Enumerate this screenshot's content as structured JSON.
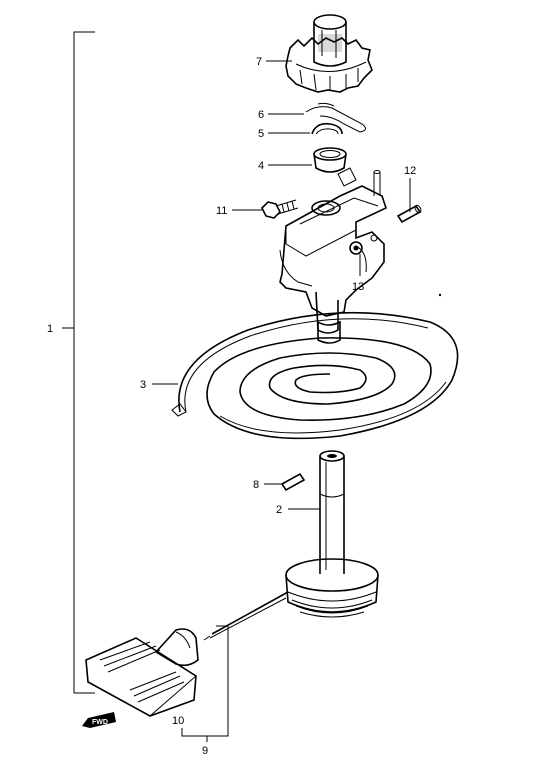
{
  "callouts": [
    {
      "id": "c1",
      "text": "1"
    },
    {
      "id": "c2",
      "text": "2"
    },
    {
      "id": "c3",
      "text": "3"
    },
    {
      "id": "c4",
      "text": "4"
    },
    {
      "id": "c5",
      "text": "5"
    },
    {
      "id": "c6",
      "text": "6"
    },
    {
      "id": "c7",
      "text": "7"
    },
    {
      "id": "c8",
      "text": "8"
    },
    {
      "id": "c9",
      "text": "9"
    },
    {
      "id": "c10",
      "text": "10"
    },
    {
      "id": "c11",
      "text": "11"
    },
    {
      "id": "c12",
      "text": "12"
    },
    {
      "id": "c13",
      "text": "13"
    }
  ],
  "fwd_badge": "FWD",
  "colors": {
    "ink": "#000000",
    "paper": "#ffffff"
  }
}
